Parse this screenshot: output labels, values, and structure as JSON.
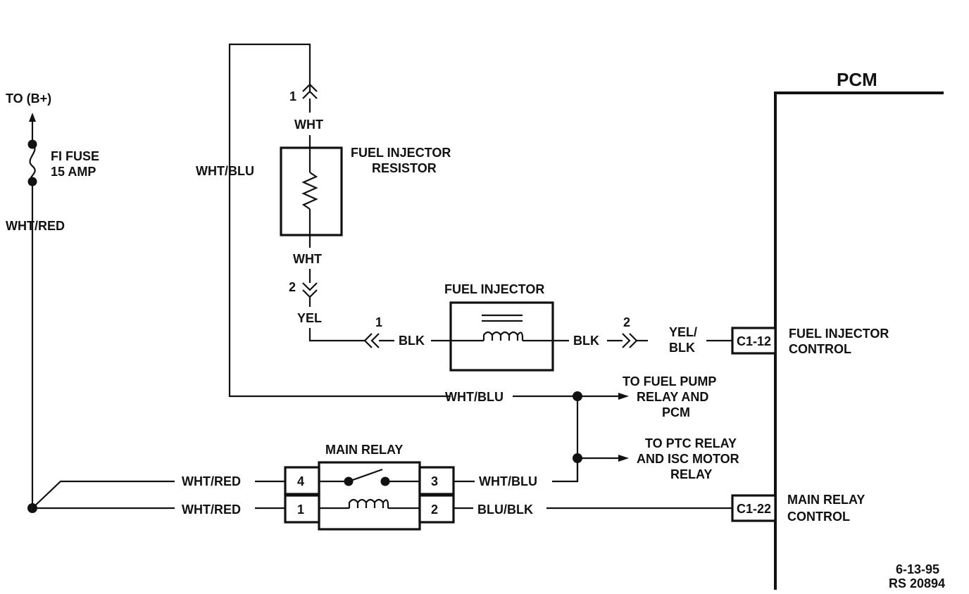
{
  "pcm": {
    "title": "PCM"
  },
  "power": {
    "to_b_plus": "TO (B+)"
  },
  "fuse": {
    "line1": "FI FUSE",
    "line2": "15 AMP"
  },
  "wires": {
    "wht_red_vertical": "WHT/RED",
    "wht_blu_left": "WHT/BLU",
    "wht_top": "WHT",
    "wht_bottom": "WHT",
    "yel": "YEL",
    "blk_left": "BLK",
    "blk_right": "BLK",
    "yel_blk_1": "YEL/",
    "yel_blk_2": "BLK",
    "wht_blu_mid": "WHT/BLU",
    "wht_red_upper": "WHT/RED",
    "wht_red_lower": "WHT/RED",
    "wht_blu_relay": "WHT/BLU",
    "blu_blk": "BLU/BLK"
  },
  "resistor": {
    "line1": "FUEL INJECTOR",
    "line2": "RESISTOR"
  },
  "injector": {
    "title": "FUEL INJECTOR"
  },
  "relay": {
    "title": "MAIN RELAY",
    "pin4": "4",
    "pin1": "1",
    "pin3": "3",
    "pin2": "2"
  },
  "connectors": {
    "res_pin1": "1",
    "res_pin2": "2",
    "inj_pin1": "1",
    "inj_pin2": "2",
    "c1_12": "C1-12",
    "c1_22": "C1-22"
  },
  "destinations": {
    "fuel_pump_1": "TO FUEL PUMP",
    "fuel_pump_2": "RELAY AND",
    "fuel_pump_3": "PCM",
    "ptc_1": "TO PTC RELAY",
    "ptc_2": "AND ISC MOTOR",
    "ptc_3": "RELAY"
  },
  "pcm_labels": {
    "inj_ctrl_1": "FUEL INJECTOR",
    "inj_ctrl_2": "CONTROL",
    "relay_ctrl_1": "MAIN RELAY",
    "relay_ctrl_2": "CONTROL"
  },
  "footer": {
    "date": "6-13-95",
    "ref": "RS 20894"
  }
}
